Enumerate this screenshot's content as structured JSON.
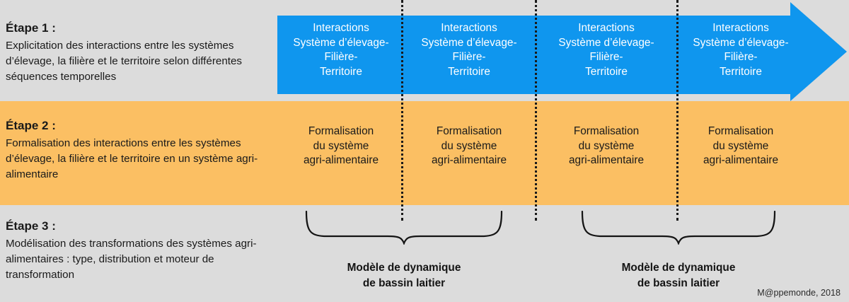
{
  "figure": {
    "background_color": "#dcdcdc",
    "credit": "M@ppemonde, 2018"
  },
  "colors": {
    "arrow_blue": "#0f96ee",
    "band_orange": "#fbbf63",
    "background_grey": "#dcdcdc",
    "text_dark": "#1a1a1a",
    "text_light": "#ffffff"
  },
  "steps": [
    {
      "title": "Étape 1 :",
      "description": "Explicitation des interactions entre les systèmes d’élevage, la filière et le territoire selon différentes séquences temporelles"
    },
    {
      "title": "Étape 2 :",
      "description": "Formalisation des interactions entre les systèmes d’élevage, la filière et le territoire en un système agri-alimentaire"
    },
    {
      "title": "Étape 3 :",
      "description": "Modélisation des transformations des systèmes agri-alimentaires : type, distribution et moteur de transformation"
    }
  ],
  "columns": [
    {
      "blue_cell": "Interactions\nSystème d’élevage-\nFilière-\nTerritoire",
      "orange_cell": "Formalisation\ndu système\nagri-alimentaire"
    },
    {
      "blue_cell": "Interactions\nSystème d’élevage-\nFilière-\nTerritoire",
      "orange_cell": "Formalisation\ndu système\nagri-alimentaire"
    },
    {
      "blue_cell": "Interactions\nSystème d’élevage-\nFilière-\nTerritoire",
      "orange_cell": "Formalisation\ndu système\nagri-alimentaire"
    },
    {
      "blue_cell": "Interactions\nSystème d’élevage-\nFilière-\nTerritoire",
      "orange_cell": "Formalisation\ndu système\nagri-alimentaire"
    }
  ],
  "braces": [
    {
      "label": "Modèle de dynamique\nde bassin laitier"
    },
    {
      "label": "Modèle de dynamique\nde bassin laitier"
    }
  ]
}
